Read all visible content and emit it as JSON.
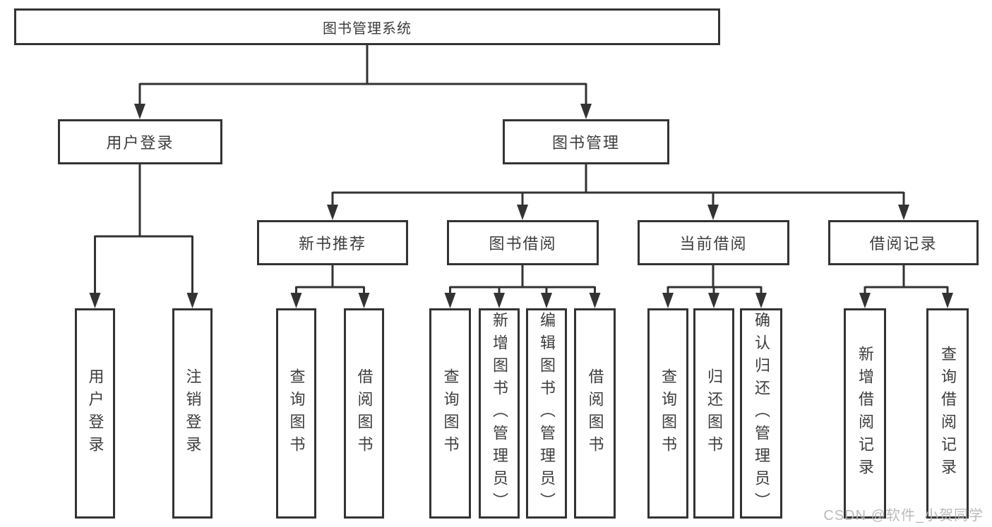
{
  "tree": {
    "label": "图书管理系统",
    "children": [
      {
        "label": "用户登录",
        "children": [
          {
            "label": "用户登录"
          },
          {
            "label": "注销登录"
          }
        ]
      },
      {
        "label": "图书管理",
        "children": [
          {
            "label": "新书推荐",
            "children": [
              {
                "label": "查询图书"
              },
              {
                "label": "借阅图书"
              }
            ]
          },
          {
            "label": "图书借阅",
            "children": [
              {
                "label": "查询图书"
              },
              {
                "label": "新增图书（管理员）"
              },
              {
                "label": "编辑图书（管理员）"
              },
              {
                "label": "借阅图书"
              }
            ]
          },
          {
            "label": "当前借阅",
            "children": [
              {
                "label": "查询图书"
              },
              {
                "label": "归还图书"
              },
              {
                "label": "确认归还（管理员）"
              }
            ]
          },
          {
            "label": "借阅记录",
            "children": [
              {
                "label": "新增借阅记录"
              },
              {
                "label": "查询借阅记录"
              }
            ]
          }
        ]
      }
    ]
  },
  "watermark": "CSDN @软件_小贺同学",
  "colors": {
    "line": "#333333",
    "text": "#3d3d3d",
    "watermark": "#b5b5b5",
    "background": "#ffffff"
  }
}
